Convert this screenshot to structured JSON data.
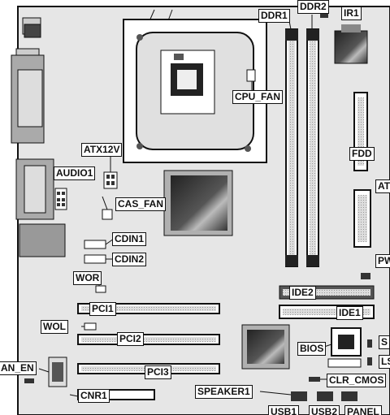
{
  "title_fragment": "CPU SOCKET",
  "labels": {
    "ddr1": "DDR1",
    "ddr2": "DDR2",
    "ir1": "IR1",
    "cpu_fan": "CPU_FAN",
    "atx12v": "ATX12V",
    "audio1": "AUDIO1",
    "fdd": "FDD",
    "atx": "ATX",
    "cas_fan": "CAS_FAN",
    "cdin1": "CDIN1",
    "cdin2": "CDIN2",
    "pw": "PW",
    "wor": "WOR",
    "ide2": "IDE2",
    "ide1": "IDE1",
    "pci1": "PCI1",
    "wol": "WOL",
    "pci2": "PCI2",
    "bios": "BIOS",
    "s": "S",
    "ls": "LS",
    "fan_en": "AN_EN",
    "pci3": "PCI3",
    "clr_cmos": "CLR_CMOS",
    "cnr1": "CNR1",
    "speaker1": "SPEAKER1",
    "usb1": "USB1",
    "usb2": "USB2",
    "panel": "PANEL"
  },
  "colors": {
    "board": "#e6e6e6",
    "line": "#111111",
    "chip": "#3a3a3a",
    "chip_hi": "#9a9a9a"
  }
}
